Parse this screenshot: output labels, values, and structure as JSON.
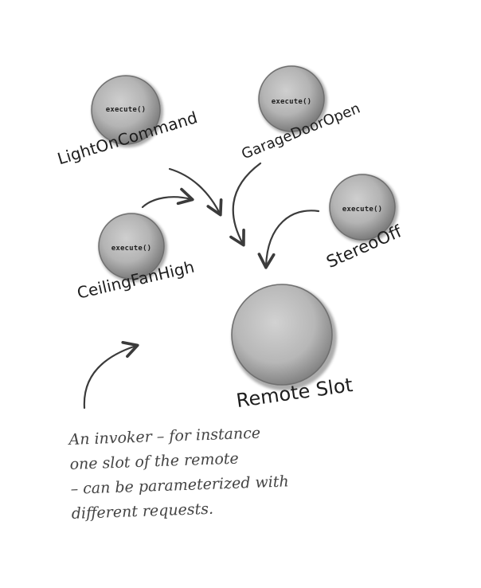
{
  "diagram": {
    "commands": [
      {
        "name": "LightOnCommand",
        "method": "execute()"
      },
      {
        "name": "GarageDoorOpen",
        "method": "execute()"
      },
      {
        "name": "CeilingFanHigh",
        "method": "execute()"
      },
      {
        "name": "StereoOff",
        "method": "execute()"
      }
    ],
    "invoker": {
      "name": "Remote Slot"
    },
    "note": "An invoker – for instance\none slot of the remote\n– can be parameterized with\ndifferent requests."
  }
}
